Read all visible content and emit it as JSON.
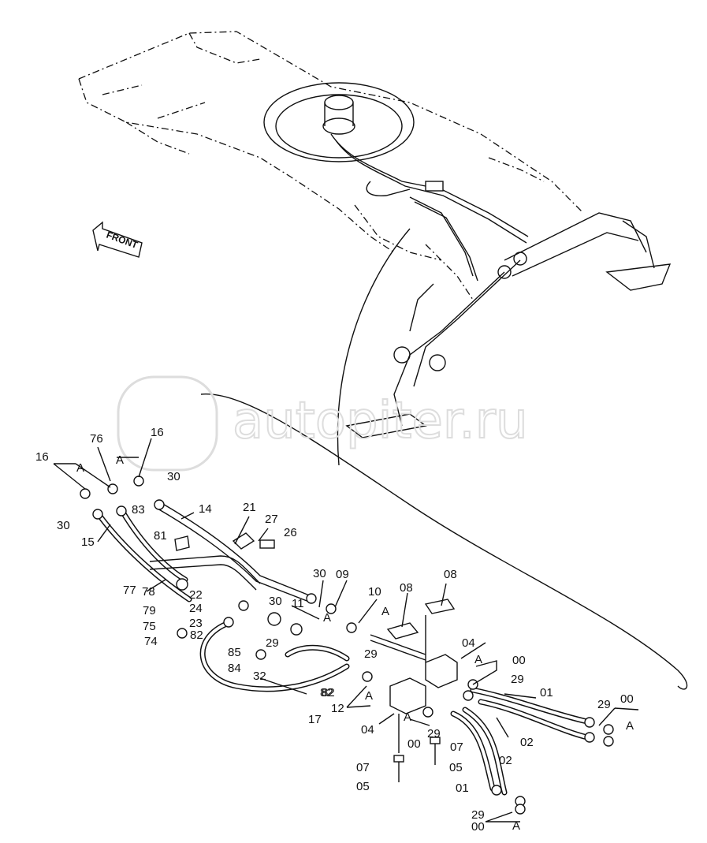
{
  "front_arrow_label": "FRONT",
  "watermark_text": "autopiter.ru",
  "callouts": [
    "16",
    "A",
    "76",
    "A",
    "16",
    "30",
    "83",
    "30",
    "14",
    "15",
    "21",
    "27",
    "26",
    "81",
    "77",
    "78",
    "22",
    "79",
    "24",
    "75",
    "23",
    "82",
    "74",
    "30",
    "09",
    "30",
    "11",
    "A",
    "10",
    "A",
    "08",
    "08",
    "82",
    "85",
    "29",
    "84",
    "32",
    "29",
    "04",
    "A",
    "00",
    "29",
    "01",
    "29",
    "00",
    "A",
    "17",
    "82",
    "12",
    "A",
    "04",
    "A",
    "00",
    "29",
    "07",
    "02",
    "02",
    "07",
    "05",
    "05",
    "01",
    "29",
    "00",
    "A"
  ],
  "colors": {
    "line": "#111111",
    "background": "#ffffff",
    "watermark": "#dddddd"
  }
}
